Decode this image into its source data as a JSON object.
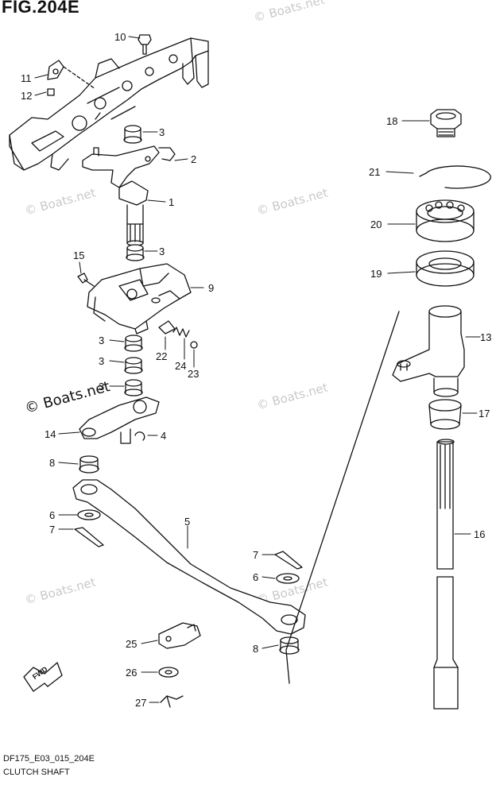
{
  "figure_title": "FIG.204E",
  "footer": {
    "code": "DF175_E03_015_204E",
    "caption": "CLUTCH SHAFT"
  },
  "watermark": "© Boats.net",
  "fwd_label": "FWD",
  "callouts": [
    {
      "id": "c10",
      "label": "10"
    },
    {
      "id": "c11",
      "label": "11"
    },
    {
      "id": "c12",
      "label": "12"
    },
    {
      "id": "c3a",
      "label": "3"
    },
    {
      "id": "c2",
      "label": "2"
    },
    {
      "id": "c1",
      "label": "1"
    },
    {
      "id": "c3b",
      "label": "3"
    },
    {
      "id": "c15",
      "label": "15"
    },
    {
      "id": "c9",
      "label": "9"
    },
    {
      "id": "c3c",
      "label": "3"
    },
    {
      "id": "c22",
      "label": "22"
    },
    {
      "id": "c3d",
      "label": "3"
    },
    {
      "id": "c24",
      "label": "24"
    },
    {
      "id": "c23",
      "label": "23"
    },
    {
      "id": "c3e",
      "label": "3"
    },
    {
      "id": "c14",
      "label": "14"
    },
    {
      "id": "c4",
      "label": "4"
    },
    {
      "id": "c8a",
      "label": "8"
    },
    {
      "id": "c6a",
      "label": "6"
    },
    {
      "id": "c7a",
      "label": "7"
    },
    {
      "id": "c5",
      "label": "5"
    },
    {
      "id": "c7b",
      "label": "7"
    },
    {
      "id": "c6b",
      "label": "6"
    },
    {
      "id": "c8b",
      "label": "8"
    },
    {
      "id": "c25",
      "label": "25"
    },
    {
      "id": "c26",
      "label": "26"
    },
    {
      "id": "c27",
      "label": "27"
    },
    {
      "id": "c18",
      "label": "18"
    },
    {
      "id": "c21",
      "label": "21"
    },
    {
      "id": "c20",
      "label": "20"
    },
    {
      "id": "c19",
      "label": "19"
    },
    {
      "id": "c13",
      "label": "13"
    },
    {
      "id": "c17",
      "label": "17"
    },
    {
      "id": "c16",
      "label": "16"
    }
  ]
}
